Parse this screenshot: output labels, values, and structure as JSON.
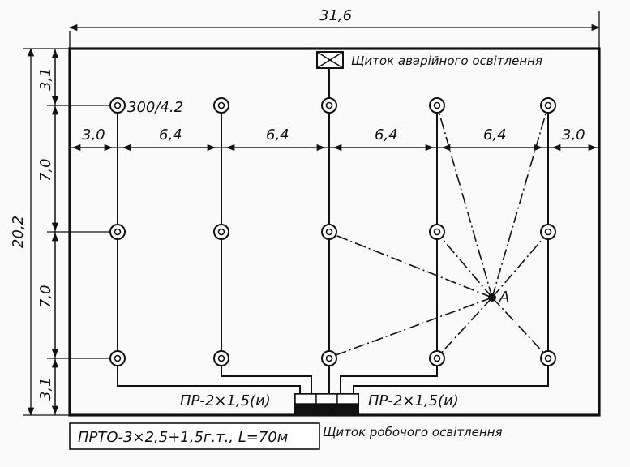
{
  "overall_width": "31,6",
  "overall_height": "20,2",
  "top_segments": [
    "3,0",
    "6,4",
    "6,4",
    "6,4",
    "6,4",
    "3,0"
  ],
  "left_segments": [
    "3,1",
    "7,0",
    "7,0",
    "3,1"
  ],
  "lamp_label": "300/4.2",
  "emergency_panel_label": "Щиток аварійного освітлення",
  "working_panel_label": "Щиток робочого освітлення",
  "cable_left": "ПР-2×1,5(и)",
  "cable_right": "ПР-2×1,5(и)",
  "feeder_label": "ПРТО-3×2,5+1,5г.т., L=70м",
  "point_label": "А"
}
